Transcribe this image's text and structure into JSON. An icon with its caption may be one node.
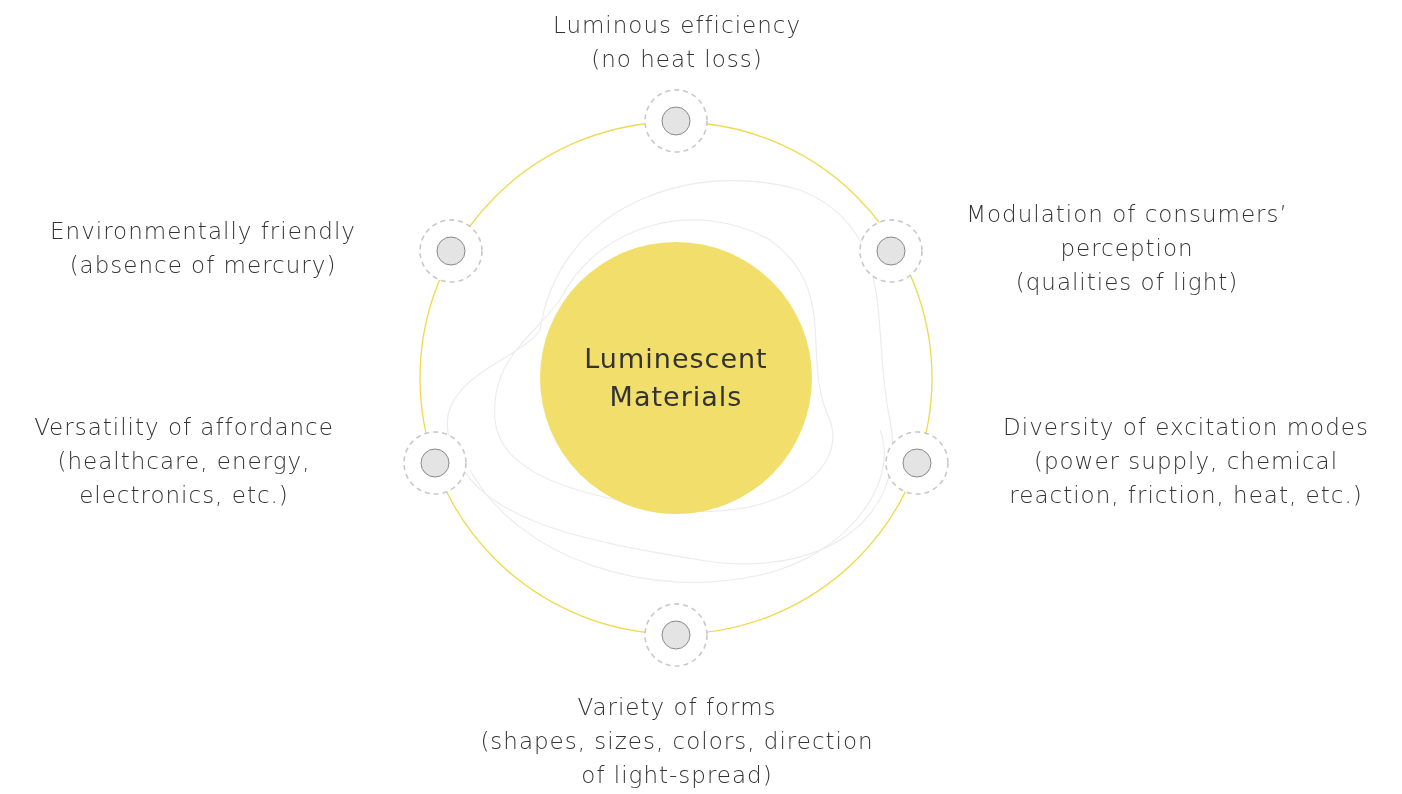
{
  "diagram": {
    "nodes": [
      {
        "text": [],
        "shape": "circle",
        "beside": [
          "Luminous efficiency",
          "(no heat loss)"
        ]
      },
      {
        "text": [],
        "shape": "circle",
        "beside": [
          "Environmentally friendly",
          "(absence of mercury)"
        ]
      },
      {
        "text": [],
        "shape": "circle",
        "beside": [
          "Modulation of consumers’ perception",
          "(qualities of light)"
        ]
      },
      {
        "text": [
          "Luminescent Materials"
        ]
      },
      {
        "text": [],
        "shape": "circle",
        "beside": [
          "Versatility of affordance",
          "(healthcare, energy, electronics, etc.)"
        ]
      },
      {
        "text": [],
        "shape": "circle",
        "beside": [
          "Diversity of excitation modes",
          "(power supply, chemical reaction, friction, heat, etc.)"
        ]
      },
      {
        "text": [],
        "shape": "circle",
        "beside": [
          "Variety of forms",
          "(shapes, sizes, colors, direction of light-spread)"
        ]
      }
    ],
    "edges": []
  }
}
